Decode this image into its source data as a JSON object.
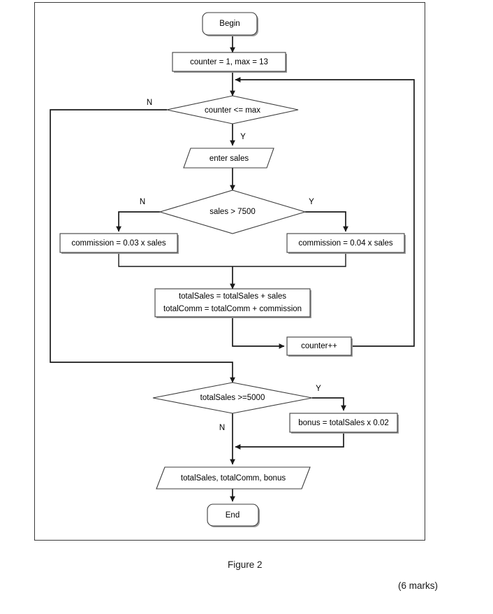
{
  "figure": {
    "caption": "Figure 2",
    "marks": "(6 marks)"
  },
  "colors": {
    "shape_stroke": "#3c3c3c",
    "connector": "#1a1a1a",
    "frame": "#3a3a3a",
    "background": "#ffffff",
    "text": "#000000"
  },
  "flowchart": {
    "type": "flowchart",
    "nodes": [
      {
        "id": "begin",
        "shape": "terminator",
        "label": "Begin"
      },
      {
        "id": "init",
        "shape": "process",
        "label": "counter = 1, max = 13"
      },
      {
        "id": "loop_check",
        "shape": "decision",
        "label": "counter <= max"
      },
      {
        "id": "enter_sales",
        "shape": "io",
        "label": "enter sales"
      },
      {
        "id": "sales_check",
        "shape": "decision",
        "label": "sales > 7500"
      },
      {
        "id": "comm_low",
        "shape": "process",
        "label": "commission = 0.03 x sales"
      },
      {
        "id": "comm_high",
        "shape": "process",
        "label": "commission = 0.04 x sales"
      },
      {
        "id": "totals",
        "shape": "process",
        "label_line1": "totalSales = totalSales + sales",
        "label_line2": "totalComm = totalComm + commission"
      },
      {
        "id": "counter_inc",
        "shape": "process",
        "label": "counter++"
      },
      {
        "id": "bonus_check",
        "shape": "decision",
        "label": "totalSales >=5000"
      },
      {
        "id": "bonus_calc",
        "shape": "process",
        "label": "bonus = totalSales x 0.02"
      },
      {
        "id": "output",
        "shape": "io",
        "label": "totalSales, totalComm, bonus"
      },
      {
        "id": "end",
        "shape": "terminator",
        "label": "End"
      }
    ],
    "branch_labels": {
      "loop_check_no": "N",
      "loop_check_yes": "Y",
      "sales_check_no": "N",
      "sales_check_yes": "Y",
      "bonus_check_yes": "Y",
      "bonus_check_no": "N"
    },
    "edges": [
      {
        "from": "begin",
        "to": "init",
        "label": ""
      },
      {
        "from": "init",
        "to": "loop_check",
        "label": ""
      },
      {
        "from": "loop_check",
        "to": "enter_sales",
        "label": "Y"
      },
      {
        "from": "loop_check",
        "to": "bonus_check",
        "label": "N"
      },
      {
        "from": "enter_sales",
        "to": "sales_check",
        "label": ""
      },
      {
        "from": "sales_check",
        "to": "comm_low",
        "label": "N"
      },
      {
        "from": "sales_check",
        "to": "comm_high",
        "label": "Y"
      },
      {
        "from": "comm_low",
        "to": "totals",
        "label": ""
      },
      {
        "from": "comm_high",
        "to": "totals",
        "label": ""
      },
      {
        "from": "totals",
        "to": "counter_inc",
        "label": ""
      },
      {
        "from": "counter_inc",
        "to": "loop_check",
        "label": ""
      },
      {
        "from": "bonus_check",
        "to": "bonus_calc",
        "label": "Y"
      },
      {
        "from": "bonus_check",
        "to": "output",
        "label": "N"
      },
      {
        "from": "bonus_calc",
        "to": "output",
        "label": ""
      },
      {
        "from": "output",
        "to": "end",
        "label": ""
      }
    ]
  }
}
